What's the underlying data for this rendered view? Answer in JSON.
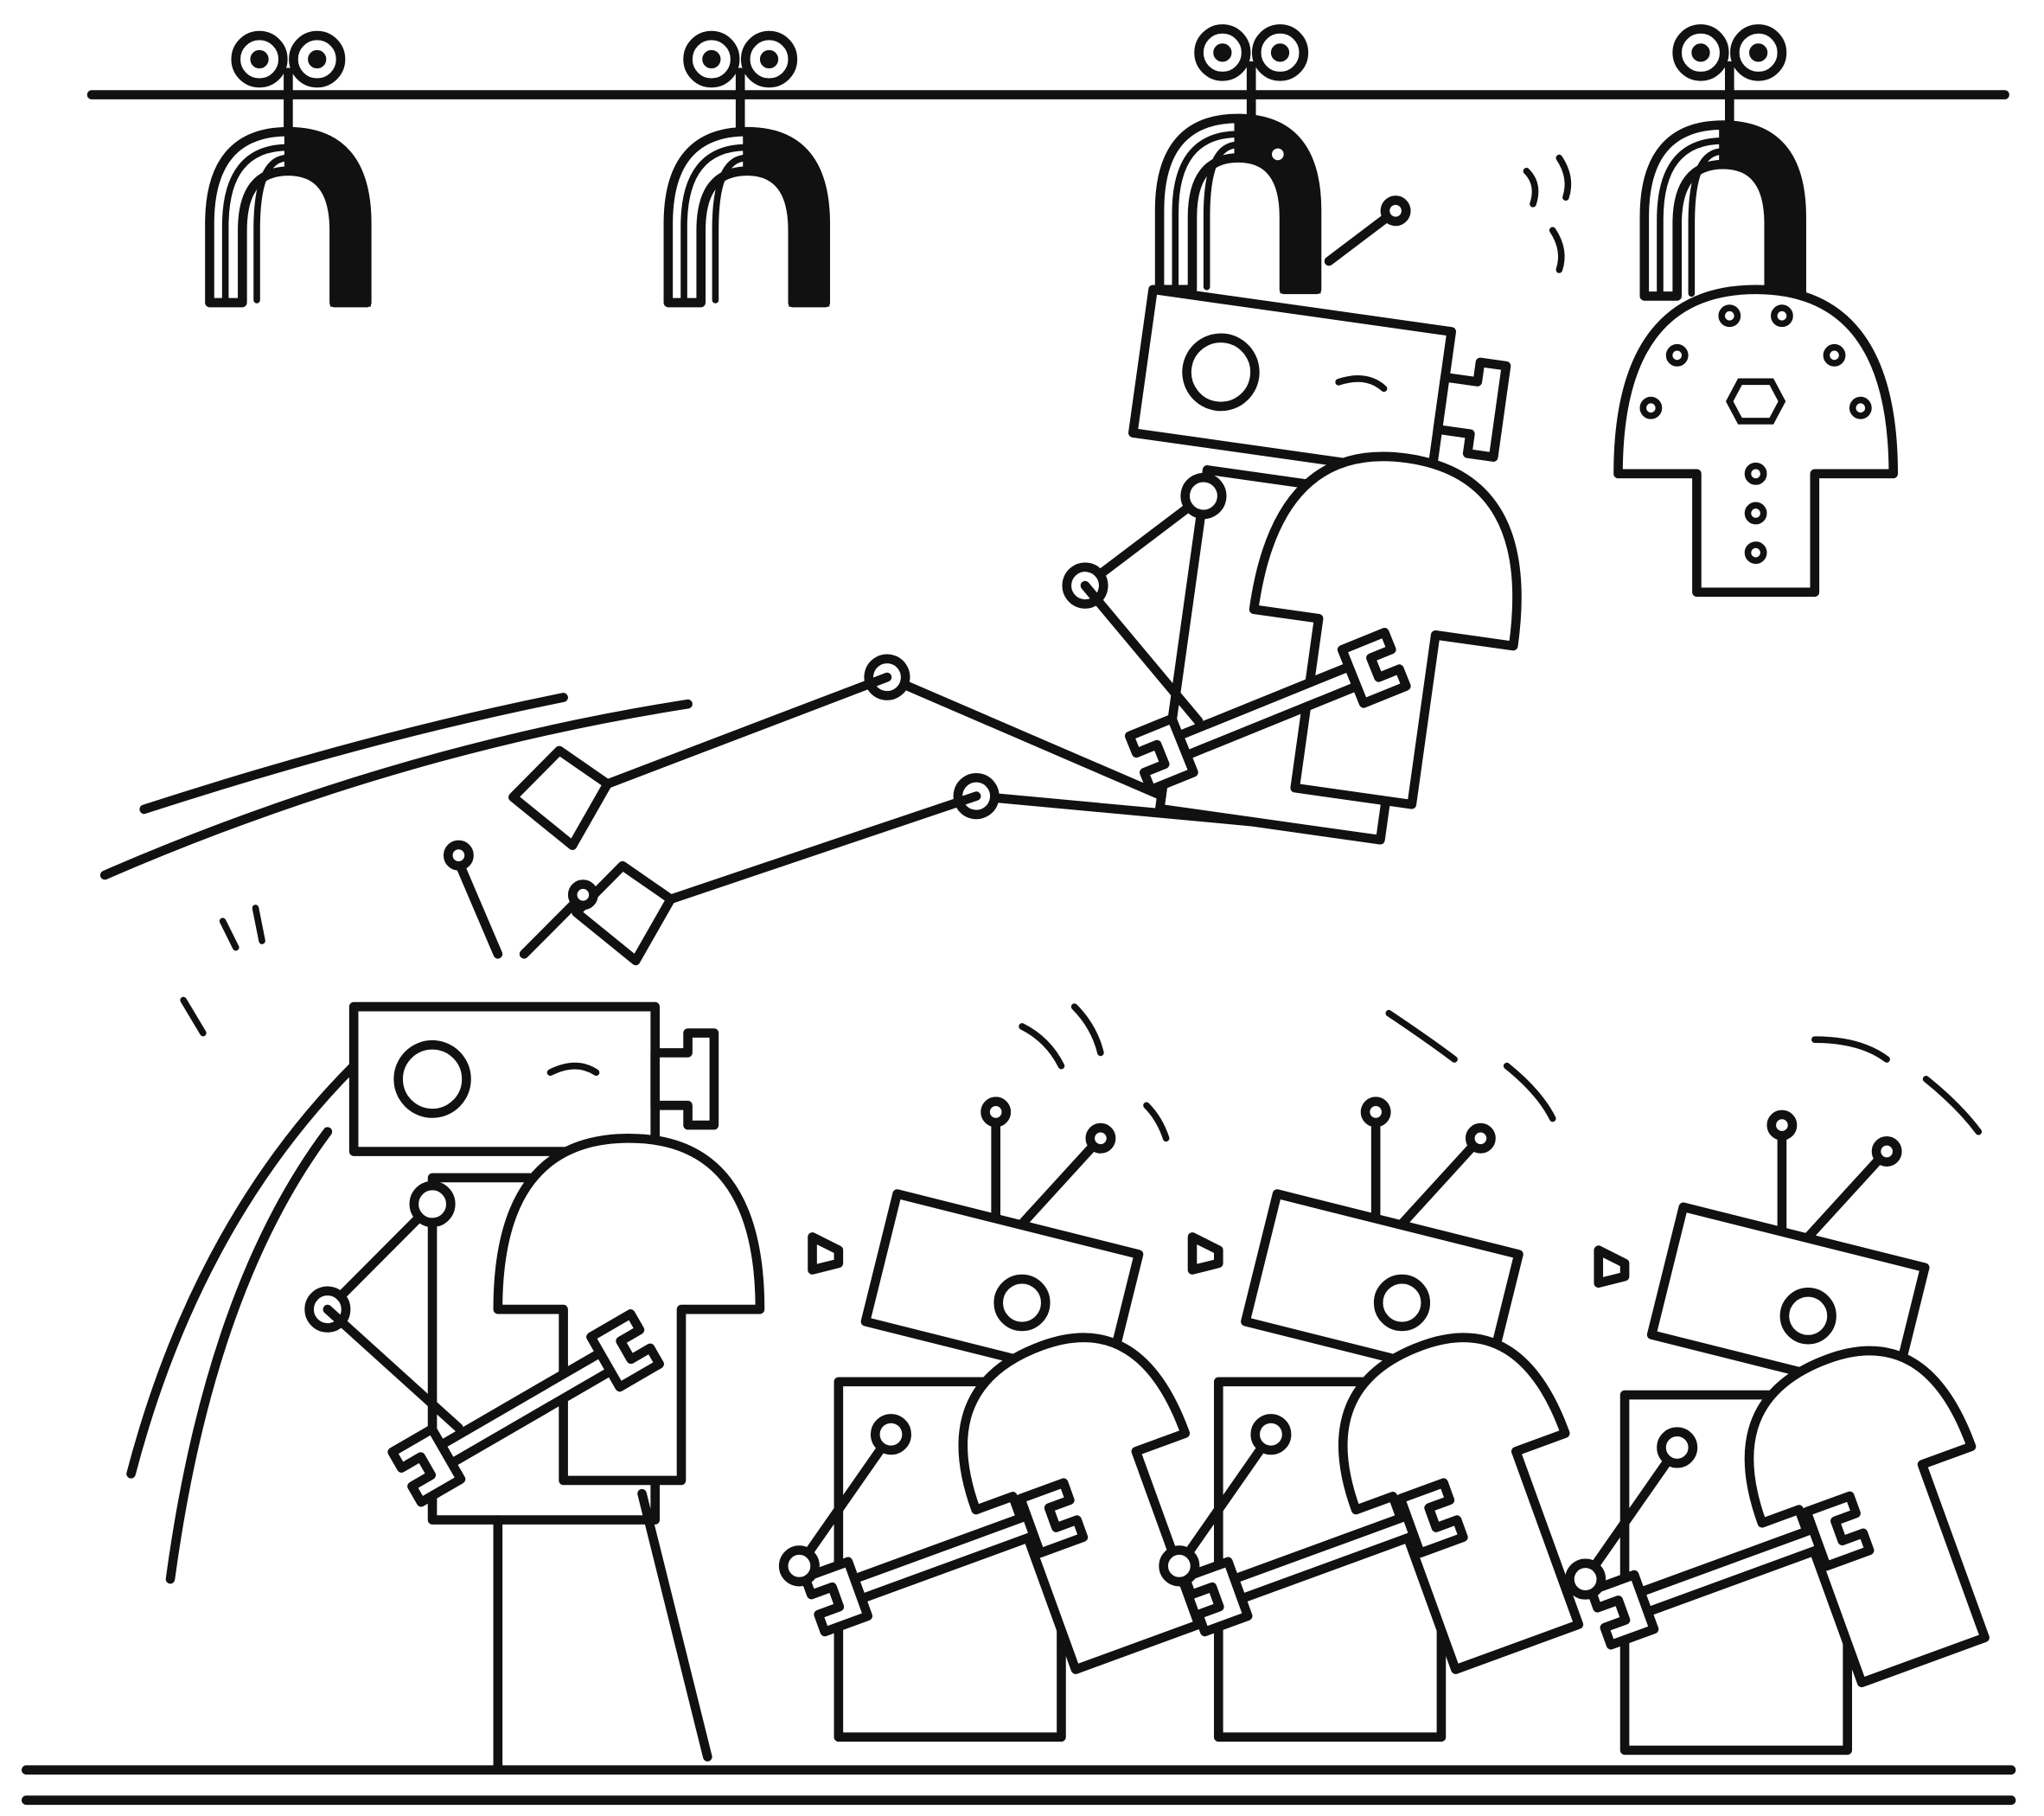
{
  "illustration": {
    "style": "black-and-white ink cartoon",
    "ink_color": "#111111",
    "paper_color": "#ffffff",
    "rail_magnets_count": 4,
    "worker_robots_count": 3,
    "leaning_robots_count": 2
  }
}
